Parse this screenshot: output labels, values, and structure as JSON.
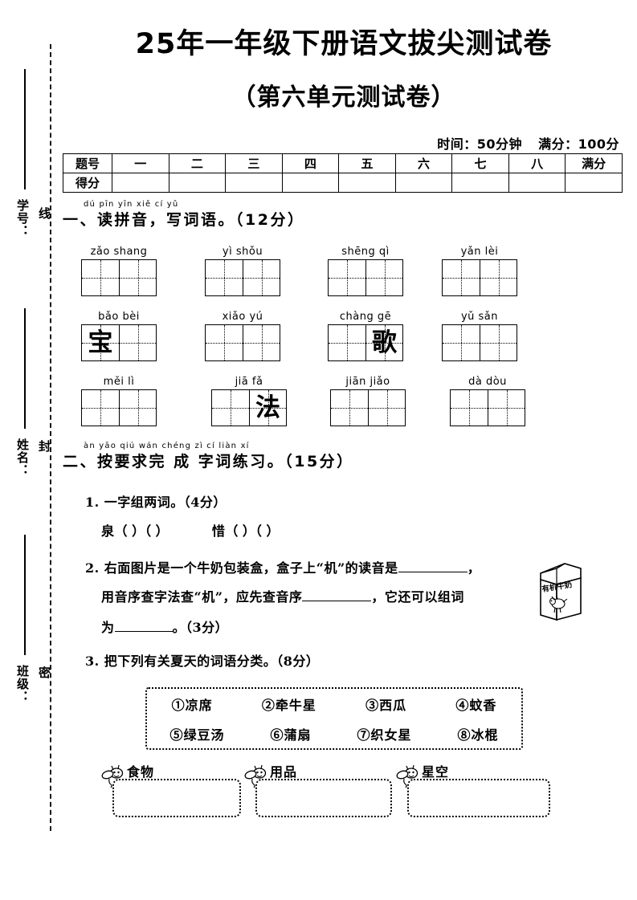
{
  "page": {
    "title_main": "25年一年级下册语文拔尖测试卷",
    "title_sub": "（第六单元测试卷）",
    "time_label": "时间：50分钟",
    "total_label": "满分：100分"
  },
  "margin": {
    "student_id_label": "学号：",
    "name_label": "姓名：",
    "class_label": "班级：",
    "seal_chars": [
      "线",
      "封",
      "密"
    ]
  },
  "score_table": {
    "row_labels": [
      "题号",
      "得分"
    ],
    "columns": [
      "一",
      "二",
      "三",
      "四",
      "五",
      "六",
      "七",
      "八",
      "满分"
    ],
    "scores": [
      "",
      "",
      "",
      "",
      "",
      "",
      "",
      "",
      ""
    ]
  },
  "section1": {
    "pinyin": "dú pīn yīn   xiě cí  yǔ",
    "title": "一、读拼音，写词语。（12分）",
    "items": [
      {
        "pinyin": "zǎo shang",
        "cells": [
          "",
          ""
        ]
      },
      {
        "pinyin": "yì  shǒu",
        "cells": [
          "",
          ""
        ]
      },
      {
        "pinyin": "shēng qì",
        "cells": [
          "",
          ""
        ]
      },
      {
        "pinyin": "yǎn  lèi",
        "cells": [
          "",
          ""
        ]
      },
      {
        "pinyin": "bǎo  bèi",
        "cells": [
          "宝",
          ""
        ]
      },
      {
        "pinyin": "xiǎo  yú",
        "cells": [
          "",
          ""
        ]
      },
      {
        "pinyin": "chàng gē",
        "cells": [
          "",
          "歌"
        ]
      },
      {
        "pinyin": "yǔ  sǎn",
        "cells": [
          "",
          ""
        ]
      },
      {
        "pinyin": "měi   lì",
        "cells": [
          "",
          ""
        ]
      },
      {
        "pinyin": "jiā   fǎ",
        "cells": [
          "",
          "法"
        ]
      },
      {
        "pinyin": "jiān jiǎo",
        "cells": [
          "",
          ""
        ]
      },
      {
        "pinyin": "dà  dòu",
        "cells": [
          "",
          ""
        ]
      }
    ]
  },
  "section2": {
    "pinyin": "àn yāo qiú wán chéng zì  cí  liàn xí",
    "title": "二、按要求完 成 字词练习。（15分）",
    "q1": {
      "prompt": "1. 一字组两词。（4分）",
      "char_a": "泉",
      "char_b": "惜",
      "paren": "（      ）（      ）"
    },
    "q2": {
      "line1_a": "2. 右面图片是一个牛奶包装盒，盒子上“机”的读音是",
      "line1_b": "，",
      "line2_a": "用音序查字法查“机”，应先查音序",
      "line2_b": "，它还可以组词",
      "line3_a": "为",
      "line3_b": "。（3分）",
      "carton_text": "有机牛奶"
    },
    "q3": {
      "prompt": "3. 把下列有关夏天的词语分类。（8分）",
      "word_bank_row1": [
        "①凉席",
        "②牵牛星",
        "③西瓜",
        "④蚊香"
      ],
      "word_bank_row2": [
        "⑤绿豆汤",
        "⑥蒲扇",
        "⑦织女星",
        "⑧冰棍"
      ],
      "categories": [
        "食物",
        "用品",
        "星空"
      ]
    }
  }
}
